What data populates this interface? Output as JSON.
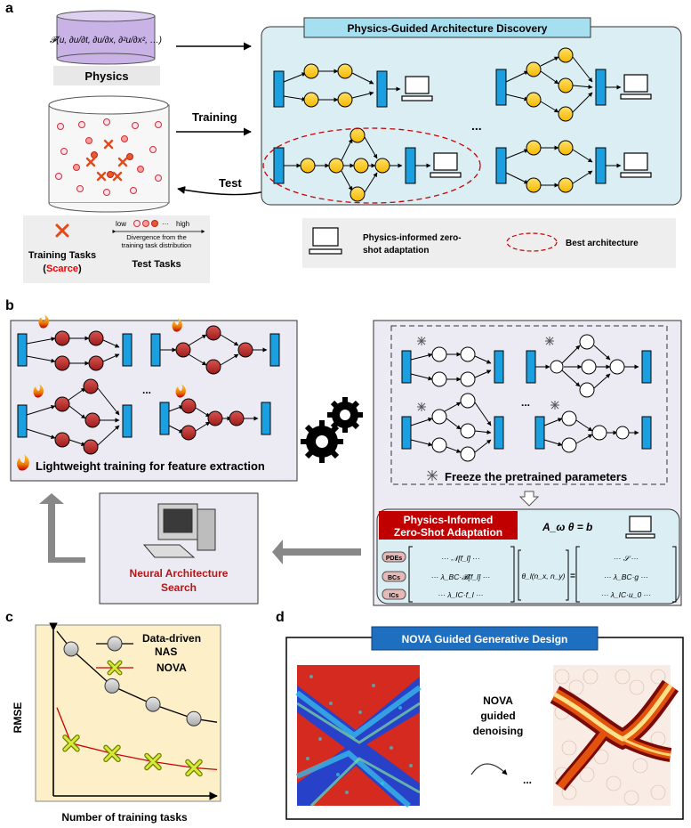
{
  "panels": {
    "a": "a",
    "b": "b",
    "c": "c",
    "d": "d"
  },
  "a": {
    "title": "Physics-Guided Architecture Discovery",
    "physics_formula": "𝓕(u, ∂u/∂t, ∂u/∂x, ∂²u/∂x², …)",
    "physics_label": "Physics",
    "training_label": "Training",
    "test_label": "Test",
    "ellipsis": "...",
    "legend_training_tasks": "Training Tasks",
    "legend_scarce": "Scarce",
    "legend_open_paren": "(",
    "legend_close_paren": ")",
    "legend_low": "low",
    "legend_high": "high",
    "legend_dots": "···",
    "legend_divergence_1": "Divergence from the",
    "legend_divergence_2": "training task distribution",
    "legend_test_tasks": "Test Tasks",
    "legend_adapt_1": "Physics-informed zero-",
    "legend_adapt_2": "shot adaptation",
    "legend_best": "Best architecture"
  },
  "b": {
    "lightweight_label": "Lightweight training for feature extraction",
    "freeze_label": "Freeze the pretrained parameters",
    "nas_label_1": "Neural Architecture",
    "nas_label_2": "Search",
    "adapt_title_1": "Physics-Informed",
    "adapt_title_2": "Zero-Shot Adaptation",
    "equation": "A_ω θ = b",
    "row_pdes": "PDEs",
    "row_bcs": "BCs",
    "row_ics": "ICs",
    "lhs_pdes": "···  𝒩[f_l]  ···",
    "lhs_bcs": "···  λ_BC·𝓑[f_l]  ···",
    "lhs_ics": "···  λ_IC·f_l  ···",
    "theta": "θ_l(n_x, n_y)",
    "equals": "=",
    "rhs_pdes": "···  𝒮  ···",
    "rhs_bcs": "···  λ_BC·g  ···",
    "rhs_ics": "···  λ_IC·u_0  ···",
    "ellipsis": "..."
  },
  "c": {
    "ylabel": "RMSE",
    "xlabel": "Number of training tasks",
    "legend_nas_1": "Data-driven",
    "legend_nas_2": "NAS",
    "legend_nova": "NOVA"
  },
  "d": {
    "title": "NOVA Guided Generative Design",
    "label_1": "NOVA",
    "label_2": "guided",
    "label_3": "denoising",
    "ellipsis": "..."
  },
  "chart_data": {
    "type": "scatter",
    "xlabel": "Number of training tasks",
    "ylabel": "RMSE",
    "series": [
      {
        "name": "Data-driven NAS",
        "x": [
          1,
          2,
          3,
          4
        ],
        "y": [
          0.7,
          0.52,
          0.43,
          0.36
        ]
      },
      {
        "name": "NOVA",
        "x": [
          1,
          2,
          3,
          4
        ],
        "y": [
          0.24,
          0.19,
          0.15,
          0.12
        ]
      }
    ]
  }
}
